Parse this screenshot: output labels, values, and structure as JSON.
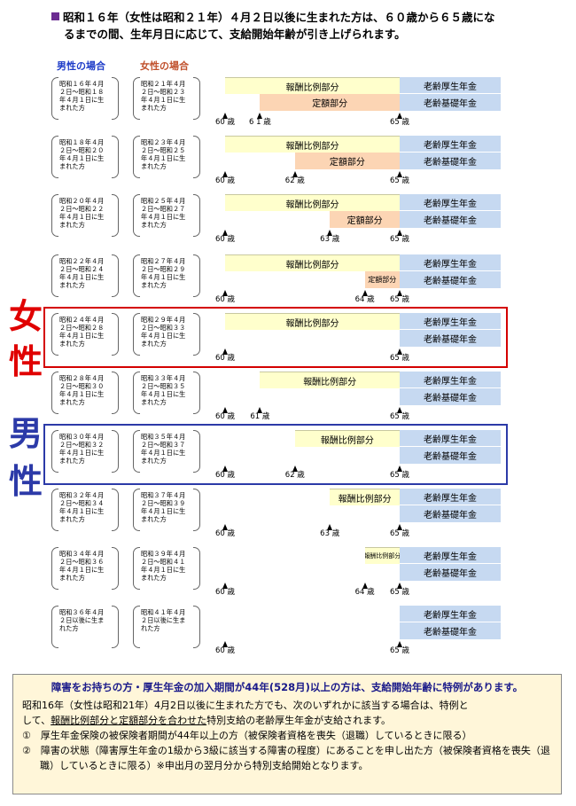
{
  "intro": {
    "line1": "昭和１６年（女性は昭和２１年）４月２日以後に生まれた方は、６０歳から６５歳にな",
    "line2": "るまでの間、生年月日に応じて、支給開始年齢が引き上げられます。"
  },
  "headers": {
    "male": "男性の場合",
    "female": "女性の場合"
  },
  "labels": {
    "hoshu": "報酬比例部分",
    "teigaku": "定額部分",
    "kosei": "老齢厚生年金",
    "kiso": "老齢基礎年金"
  },
  "side": {
    "female": [
      "女",
      "性"
    ],
    "male": [
      "男",
      "性"
    ]
  },
  "colors": {
    "female_box": "#d40000",
    "male_box": "#2c3aa8",
    "female_text": "#e00000",
    "male_text": "#2c3aa8",
    "hoshu_fill": "#ffffcc",
    "teigaku_fill": "#fcd5b4",
    "kiso_fill": "#c6d9f1"
  },
  "rows": [
    {
      "male": "昭和１６年４月\n２日～昭和１８\n年４月１日に生\nまれた方",
      "female": "昭和２１年４月\n２日～昭和２３\n年４月１日に生\nまれた方",
      "hoshu_age": 60,
      "teigaku_age": 61,
      "ticks": [
        "60 歳",
        "6 1 歳",
        "65 歳"
      ]
    },
    {
      "male": "昭和１８年４月\n２日～昭和２０\n年４月１日に生\nまれた方",
      "female": "昭和２３年４月\n２日～昭和２５\n年４月１日に生\nまれた方",
      "hoshu_age": 60,
      "teigaku_age": 62,
      "ticks": [
        "60 歳",
        "62 歳",
        "65 歳"
      ]
    },
    {
      "male": "昭和２０年４月\n２日～昭和２２\n年４月１日に生\nまれた方",
      "female": "昭和２５年４月\n２日～昭和２７\n年４月１日に生\nまれた方",
      "hoshu_age": 60,
      "teigaku_age": 63,
      "ticks": [
        "60 歳",
        "63 歳",
        "65 歳"
      ]
    },
    {
      "male": "昭和２２年４月\n２日～昭和２４\n年４月１日に生\nまれた方",
      "female": "昭和２７年４月\n２日～昭和２９\n年４月１日に生\nまれた方",
      "hoshu_age": 60,
      "teigaku_age": 64,
      "ticks": [
        "60 歳",
        "64 歳",
        "65 歳"
      ]
    },
    {
      "male": "昭和２４年４月\n２日～昭和２８\n年４月１日に生\nまれた方",
      "female": "昭和２９年４月\n２日～昭和３３\n年４月１日に生\nまれた方",
      "hoshu_age": 60,
      "teigaku_age": null,
      "ticks": [
        "60 歳",
        "65 歳"
      ]
    },
    {
      "male": "昭和２８年４月\n２日～昭和３０\n年４月１日に生\nまれた方",
      "female": "昭和３３年４月\n２日～昭和３５\n年４月１日に生\nまれた方",
      "hoshu_age": 61,
      "teigaku_age": null,
      "ticks": [
        "60 歳",
        "61 歳",
        "65 歳"
      ]
    },
    {
      "male": "昭和３０年４月\n２日～昭和３２\n年４月１日に生\nまれた方",
      "female": "昭和３５年４月\n２日～昭和３７\n年４月１日に生\nまれた方",
      "hoshu_age": 62,
      "teigaku_age": null,
      "ticks": [
        "60 歳",
        "62 歳",
        "65 歳"
      ]
    },
    {
      "male": "昭和３２年４月\n２日～昭和３４\n年４月１日に生\nまれた方",
      "female": "昭和３７年４月\n２日～昭和３９\n年４月１日に生\nまれた方",
      "hoshu_age": 63,
      "teigaku_age": null,
      "ticks": [
        "60 歳",
        "63 歳",
        "65 歳"
      ]
    },
    {
      "male": "昭和３４年４月\n２日～昭和３６\n年４月１日に生\nまれた方",
      "female": "昭和３９年４月\n２日～昭和４１\n年４月１日に生\nまれた方",
      "hoshu_age": 64,
      "teigaku_age": null,
      "ticks": [
        "60 歳",
        "64 歳",
        "65 歳"
      ]
    },
    {
      "male": "昭和３６年４月\n２日以後に生ま\nれた方",
      "female": "昭和４１年４月\n２日以後に生ま\nれた方",
      "hoshu_age": null,
      "teigaku_age": null,
      "ticks": [
        "60 歳",
        "65 歳"
      ]
    }
  ],
  "note": {
    "title": "障害をお持ちの方・厚生年金の加入期間が44年(528月)以上の方は、支給開始年齢に特例があります。",
    "p1a": "昭和16年（女性は昭和21年）4月2日以後に生まれた方でも、次のいずれかに該当する場合は、特例と",
    "p1b": "して、",
    "p1u": "報酬比例部分と定額部分を合わせた",
    "p1c": "特別支給の老齢厚生年金が支給されます。",
    "item1": "①　厚生年金保険の被保険者期間が44年以上の方（被保険者資格を喪失（退職）しているときに限る）",
    "item2": "②　障害の状態（障害厚生年金の1級から3級に該当する障害の程度）にあることを申し出た方（被保険者資格を喪失（退職）しているときに限る）※申出月の翌月分から特別支給開始となります。"
  }
}
